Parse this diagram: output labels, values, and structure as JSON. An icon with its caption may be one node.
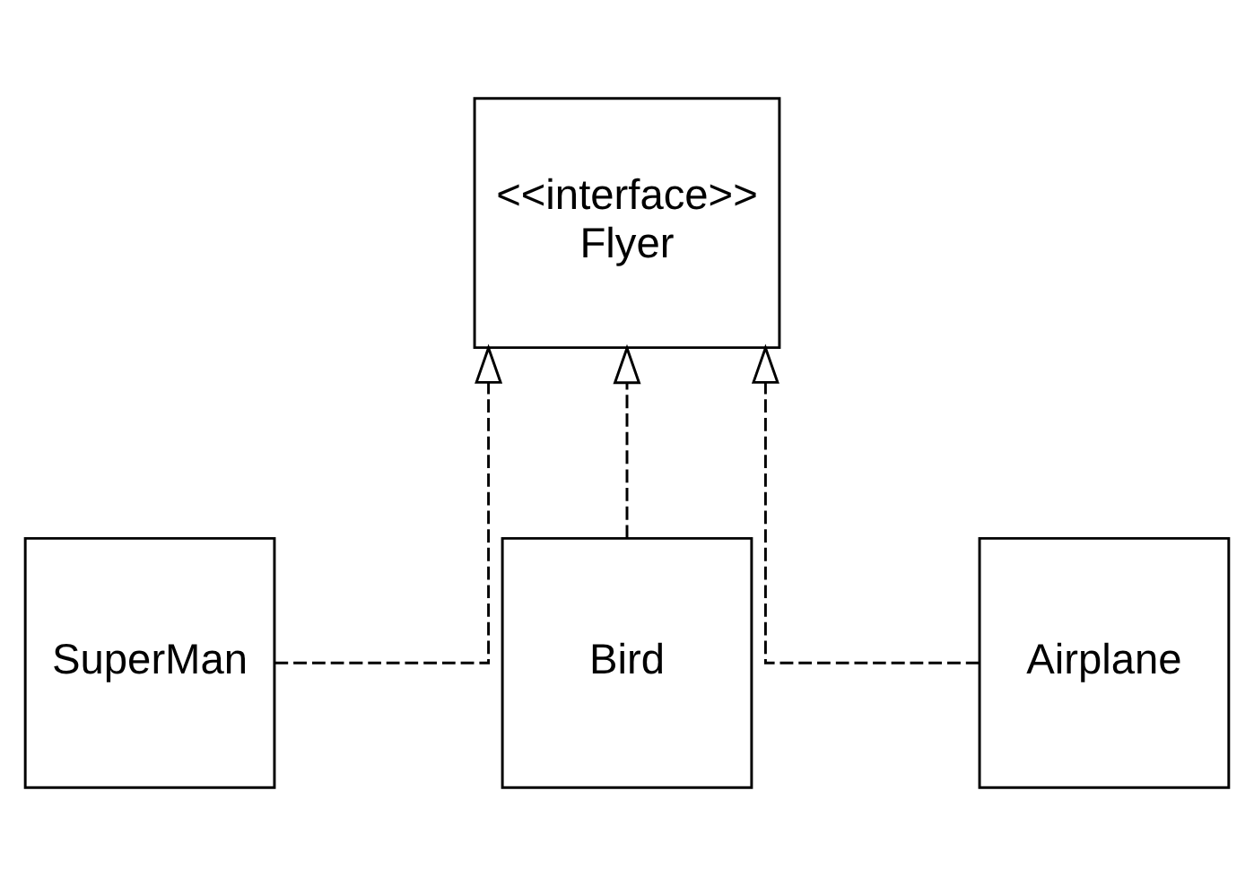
{
  "diagram": {
    "nodes": [
      {
        "text": [
          "<<interface>>",
          "Flyer"
        ]
      },
      {
        "text": [
          "SuperMan"
        ]
      },
      {
        "text": [
          "Bird"
        ]
      },
      {
        "text": [
          "Airplane"
        ]
      }
    ],
    "edges": [
      {
        "from": 1,
        "to": 0,
        "arrow": "to",
        "style": "dashed"
      },
      {
        "from": 2,
        "to": 0,
        "arrow": "to",
        "style": "dashed"
      },
      {
        "from": 3,
        "to": 0,
        "arrow": "to",
        "style": "dashed"
      }
    ]
  }
}
